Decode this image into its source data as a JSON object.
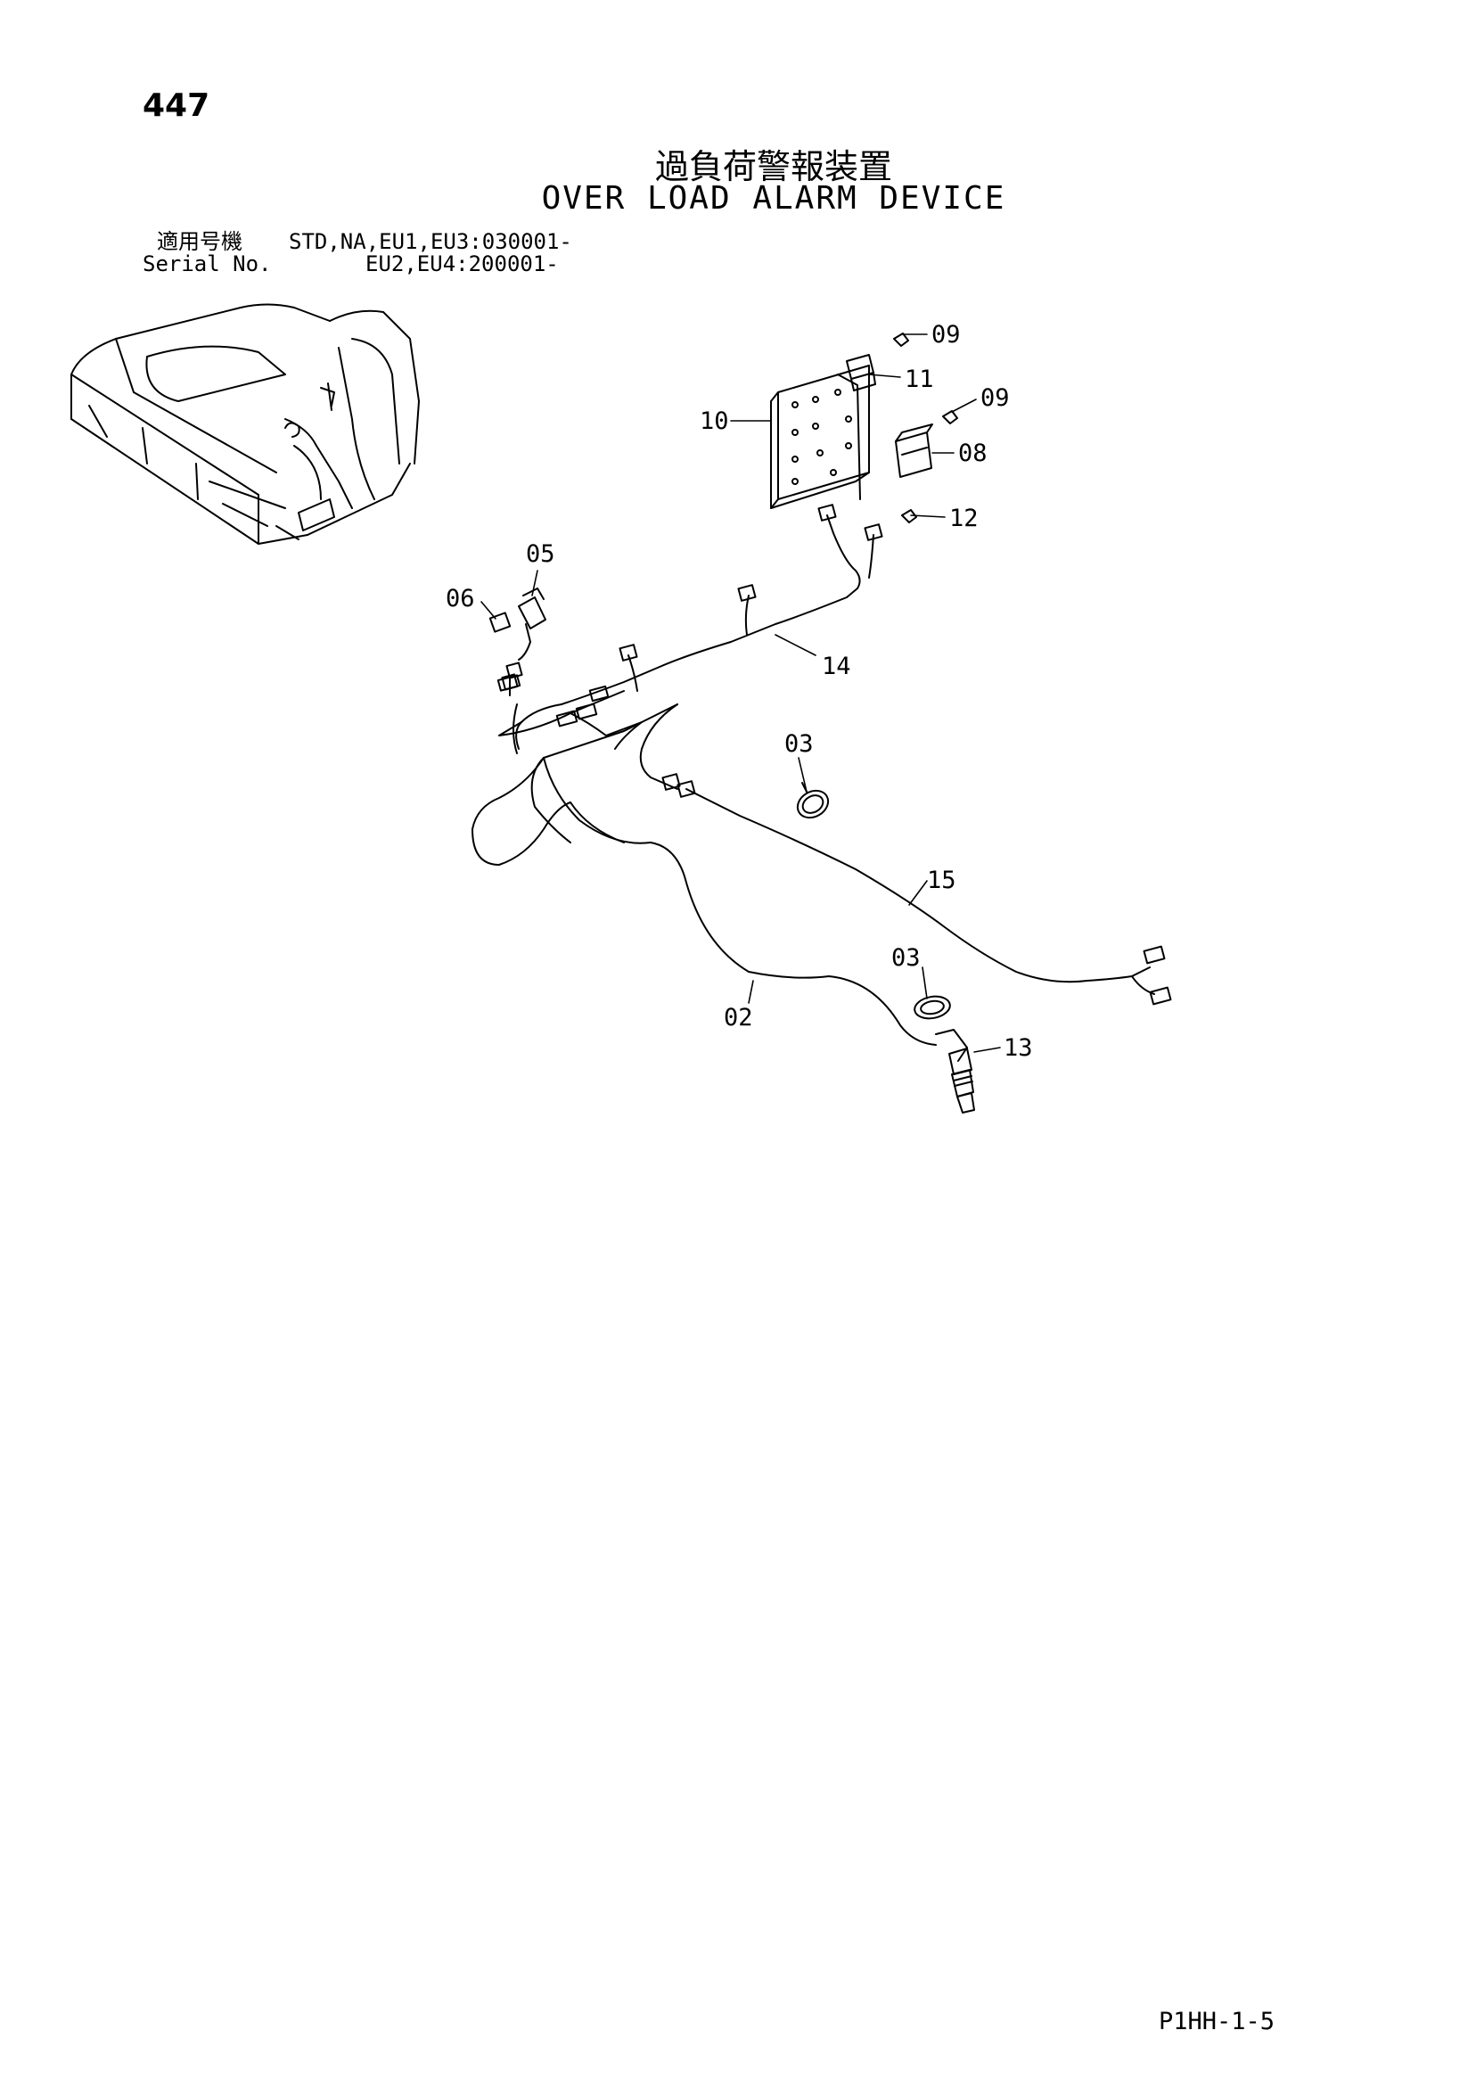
{
  "page": {
    "number": "447",
    "title_jp": "過負荷警報装置",
    "title_en": "OVER LOAD ALARM DEVICE",
    "serial": {
      "label_jp": "適用号機",
      "label_en": "Serial No.",
      "line1": "STD,NA,EU1,EU3:030001-",
      "line2": "EU2,EU4:200001-"
    },
    "footer_code": "P1HH-1-5"
  },
  "diagram": {
    "part_labels": [
      "09",
      "11",
      "09",
      "10",
      "08",
      "12",
      "05",
      "06",
      "14",
      "03",
      "15",
      "03",
      "02",
      "13"
    ]
  }
}
